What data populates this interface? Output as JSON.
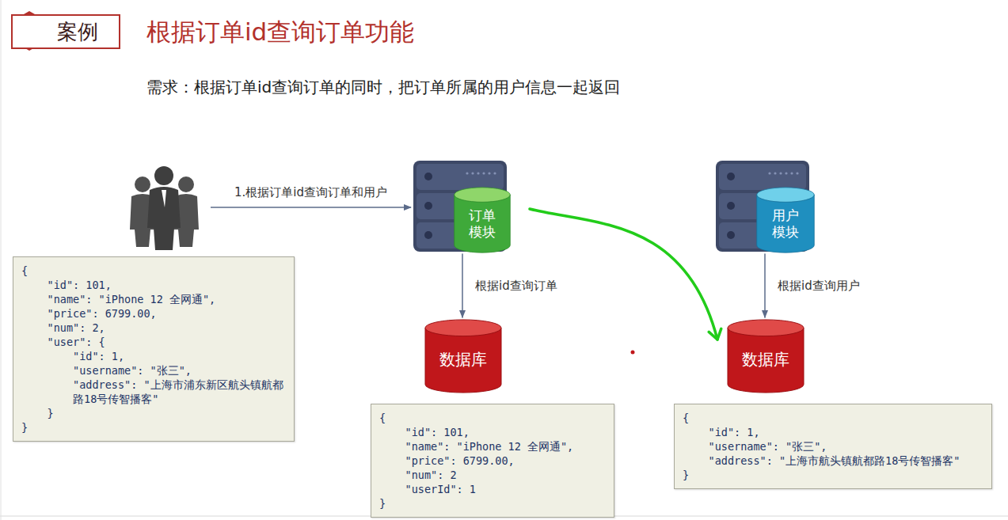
{
  "diagram": {
    "title": "根据订单id查询订单功能",
    "nodes": [
      {
        "text": [
          "案例"
        ]
      },
      {
        "text": [
          "订单 模块"
        ]
      },
      {
        "text": [
          "用户 模块"
        ]
      },
      {
        "text": [
          "数据库"
        ]
      },
      {
        "text": [
          "数据库"
        ]
      },
      {
        "text": [
          "{",
          "\"id\": 101,",
          "\"name\": \"iPhone 12 全网通\",",
          "\"price\": 6799.00,",
          "\"num\": 2,",
          "\"user\": {",
          "\"id\": 1,",
          "\"username\": \"张三\",",
          "\"address\": \"上海市浦东新区航头镇航都路18号传智播客\"",
          "}",
          "}"
        ]
      },
      {
        "text": [
          "{",
          "\"id\": 101,",
          "\"name\": \"iPhone 12 全网通\",",
          "\"price\": 6799.00,",
          "\"num\": 2",
          "\"userId\": 1",
          "}"
        ]
      },
      {
        "text": [
          "{",
          "\"id\": 1,",
          "\"username\": \"张三\",",
          "\"address\": \"上海市航头镇航都路18号传智播客\"",
          "}"
        ]
      }
    ],
    "edges": [
      {
        "from": 1,
        "to": 3,
        "label": "根据id查询订单",
        "arrow": "to"
      },
      {
        "from": 2,
        "to": 4,
        "label": "根据id查询用户",
        "arrow": "to"
      },
      {
        "from": 1,
        "to": 4,
        "arrow": "to"
      }
    ],
    "labels": [
      "需求：根据订单id查询订单的同时，把订单所属的用户信息一起返回",
      "1.根据订单id查询订单和用户"
    ]
  }
}
